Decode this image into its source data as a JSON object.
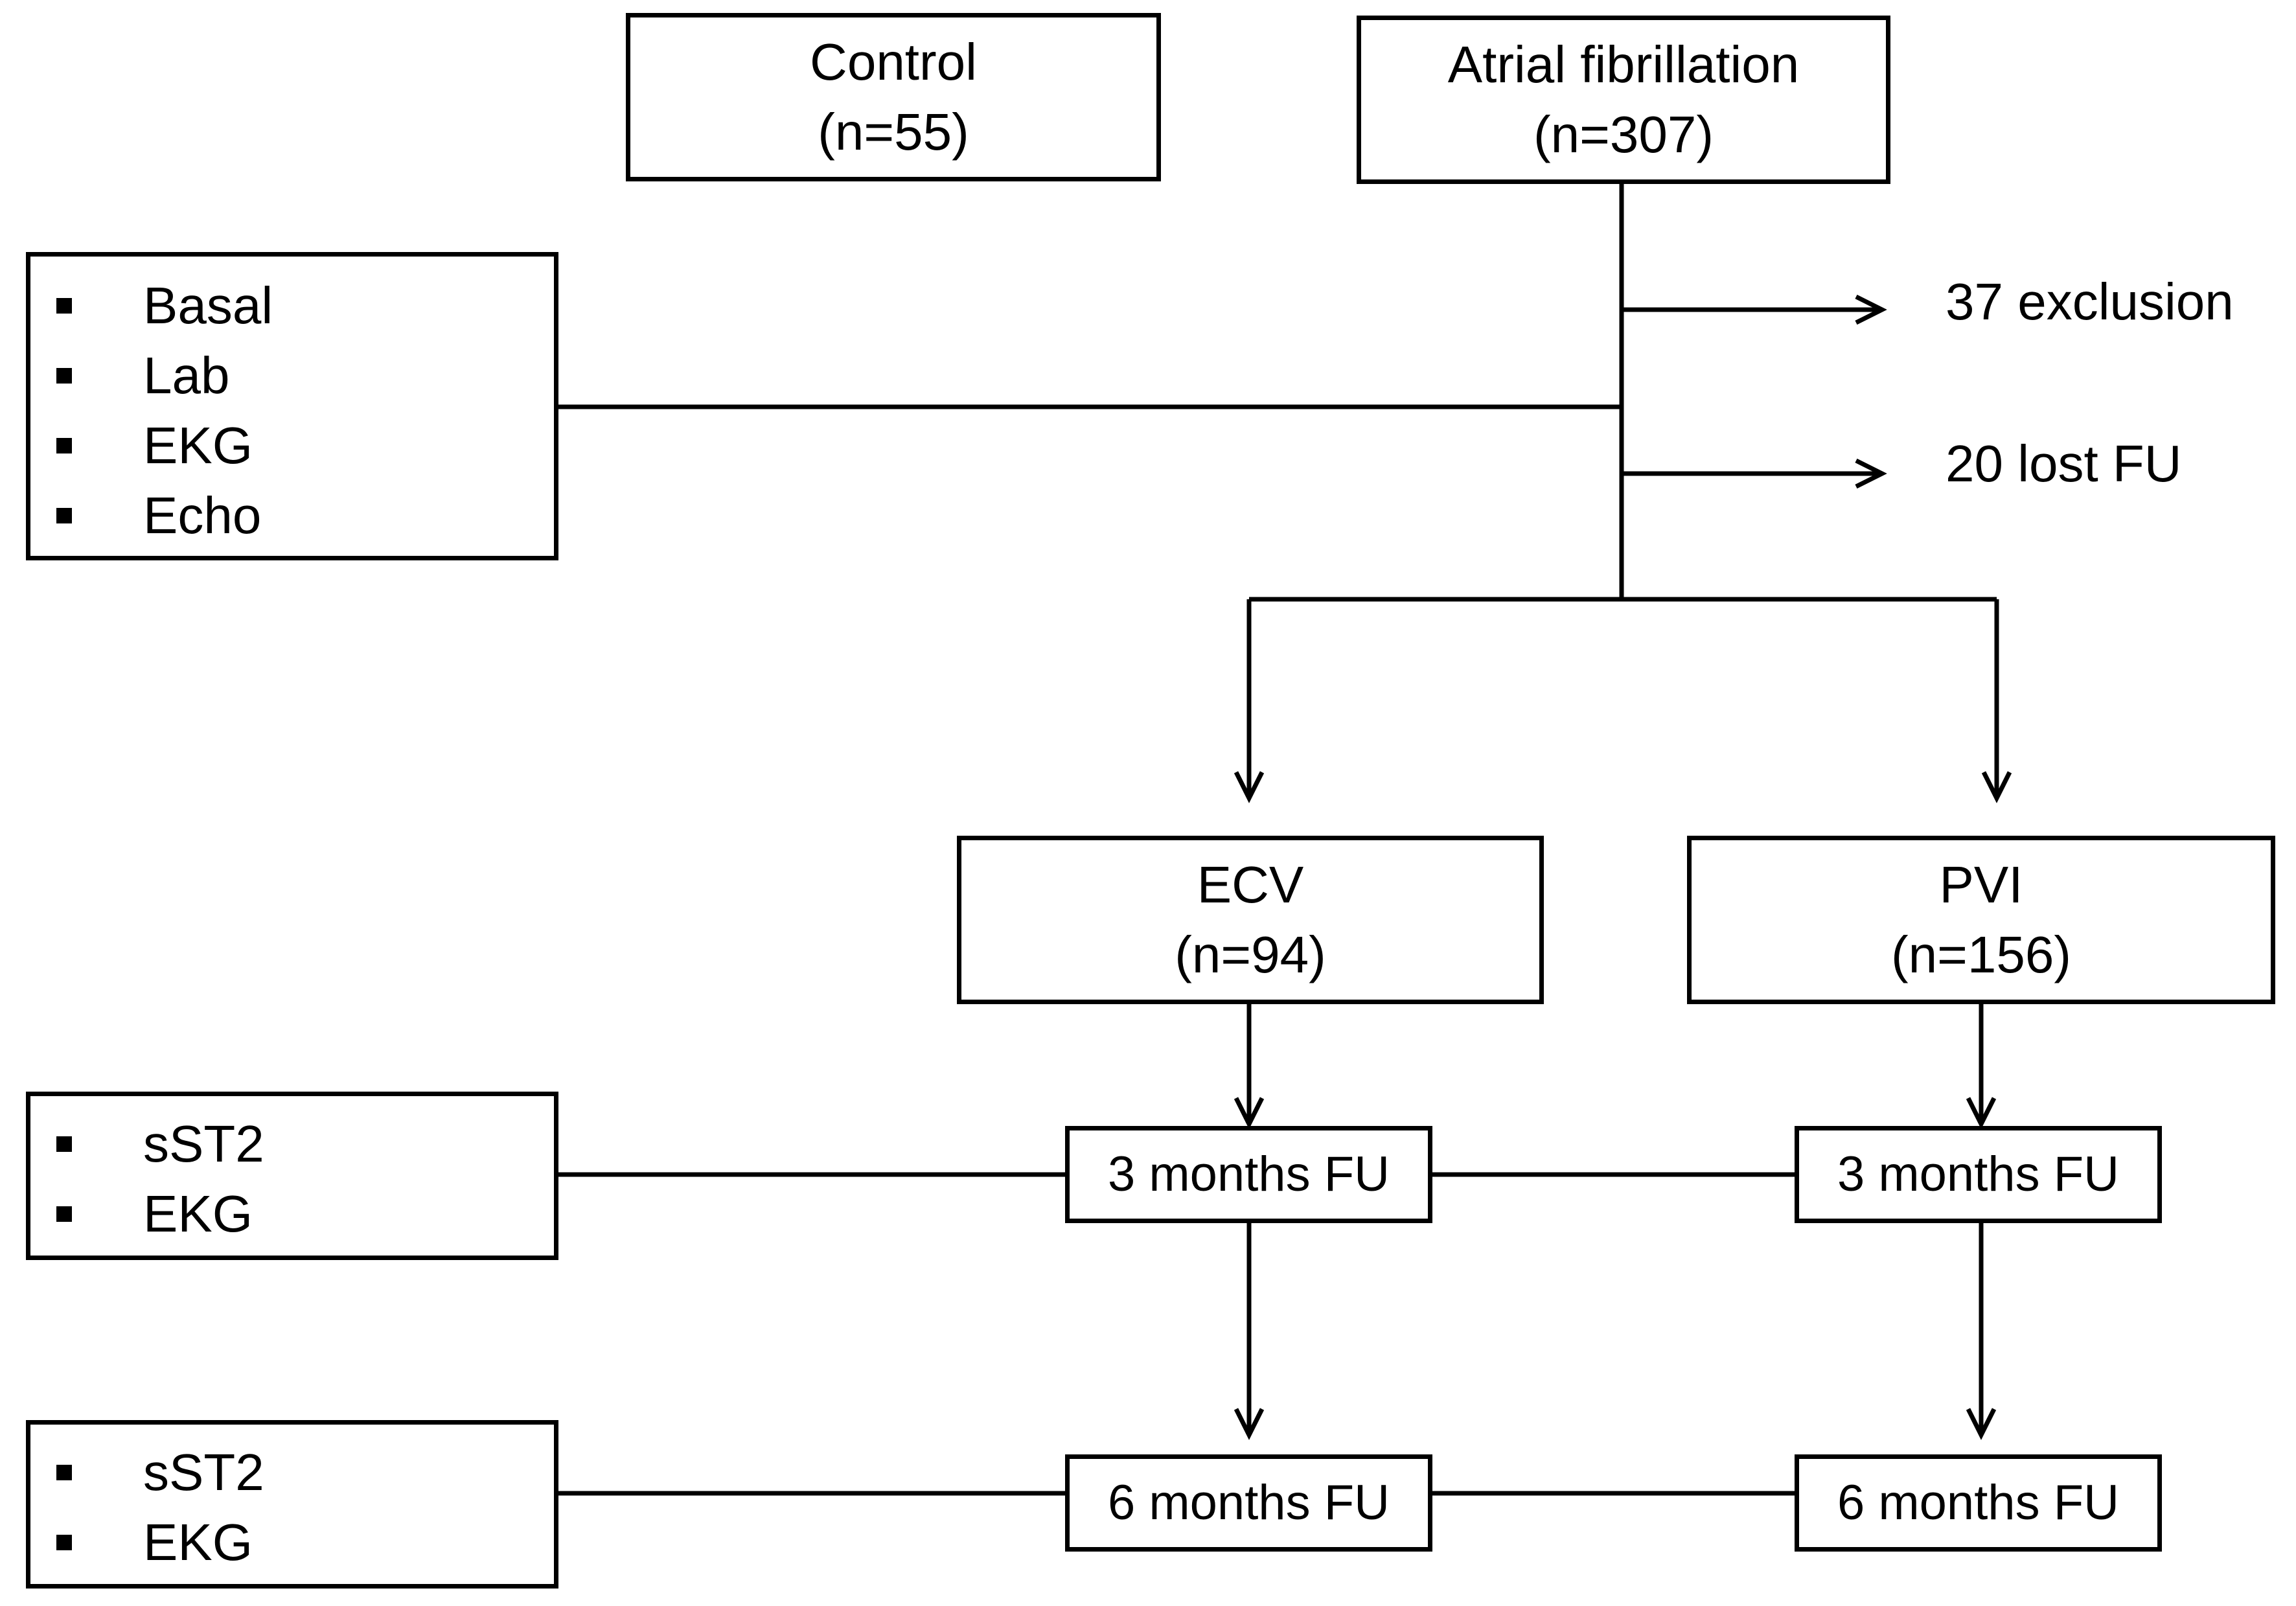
{
  "nodes": {
    "control": {
      "title": "Control",
      "n": "(n=55)"
    },
    "af": {
      "title": "Atrial fibrillation",
      "n": "(n=307)"
    },
    "ecv": {
      "title": "ECV",
      "n": "(n=94)"
    },
    "pvi": {
      "title": "PVI",
      "n": "(n=156)"
    },
    "ecv_fu3": {
      "label": "3 months FU"
    },
    "pvi_fu3": {
      "label": "3 months FU"
    },
    "ecv_fu6": {
      "label": "6 months FU"
    },
    "pvi_fu6": {
      "label": "6 months FU"
    }
  },
  "exits": {
    "exclusion": "37 exclusion",
    "lost_fu": "20 lost FU"
  },
  "assessments": {
    "baseline": [
      "Basal",
      "Lab",
      "EKG",
      "Echo"
    ],
    "fu3": [
      "sST2",
      "EKG"
    ],
    "fu6": [
      "sST2",
      "EKG"
    ]
  }
}
